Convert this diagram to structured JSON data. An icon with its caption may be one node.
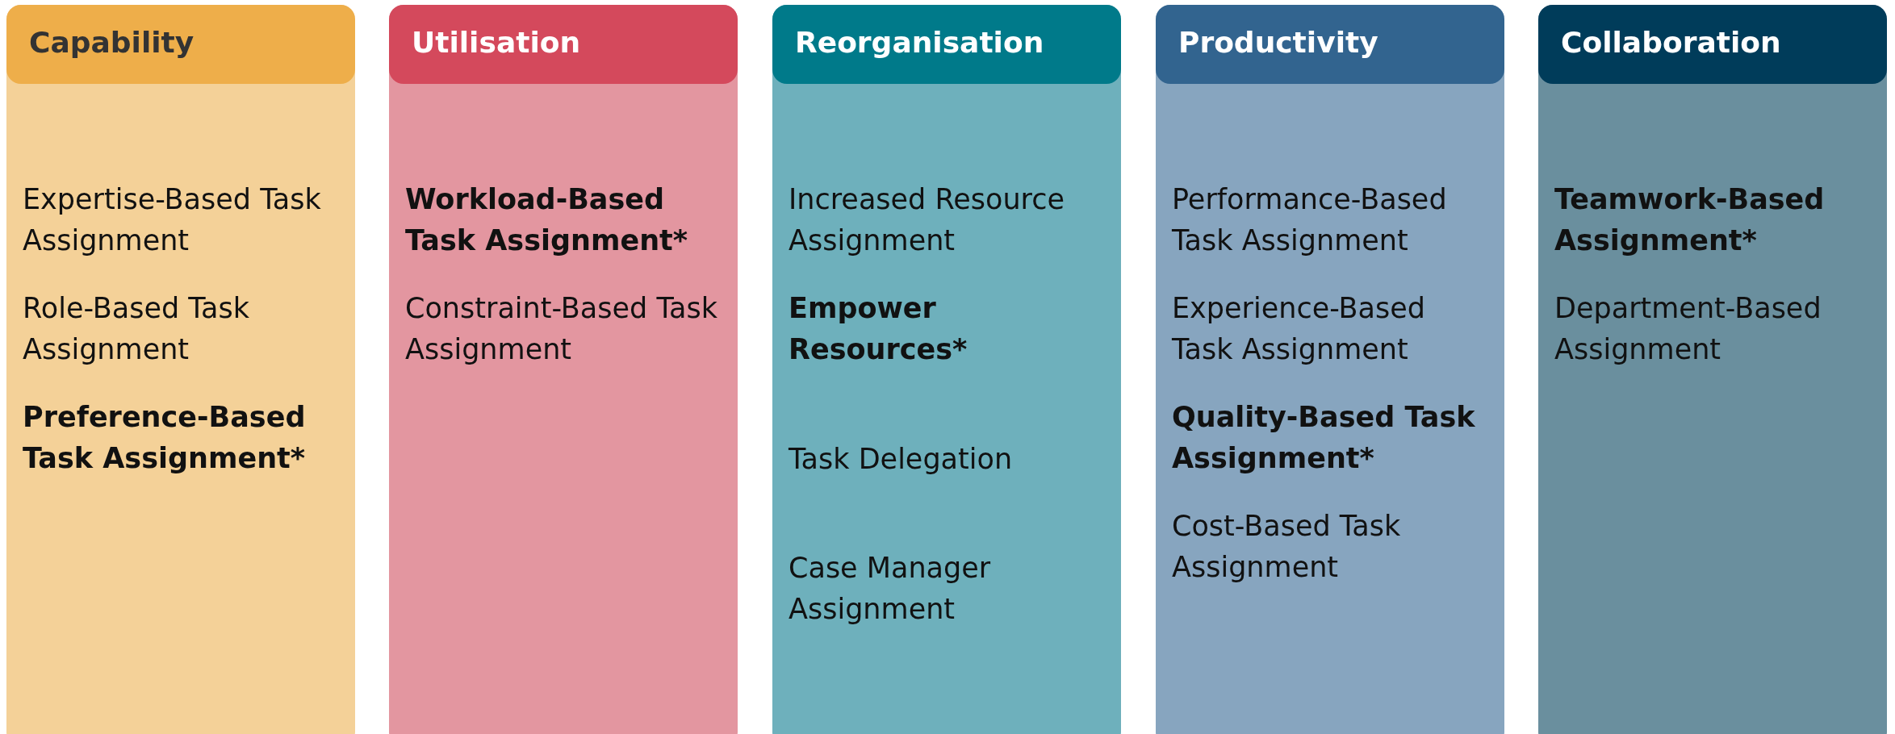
{
  "diagram": {
    "nodes": [
      {
        "text": [
          "Capability"
        ]
      },
      {
        "text": [
          "Expertise-Based Task Assignment"
        ],
        "in": 0
      },
      {
        "text": [
          "Role-Based Task Assignment"
        ],
        "in": 0
      },
      {
        "text": [
          "Preference-Based Task Assignment*"
        ],
        "in": 0
      },
      {
        "text": [
          "Utilisation"
        ]
      },
      {
        "text": [
          "Workload-Based Task Assignment*"
        ],
        "in": 4
      },
      {
        "text": [
          "Constraint-Based Task Assignment"
        ],
        "in": 4
      },
      {
        "text": [
          "Reorganisation"
        ]
      },
      {
        "text": [
          "Increased Resource Assignment"
        ],
        "in": 7
      },
      {
        "text": [
          "Empower Resources*"
        ],
        "in": 7
      },
      {
        "text": [
          "Task Delegation"
        ],
        "in": 7
      },
      {
        "text": [
          "Case Manager Assignment"
        ],
        "in": 7
      },
      {
        "text": [
          "Productivity"
        ]
      },
      {
        "text": [
          "Performance-Based Task Assignment"
        ],
        "in": 12
      },
      {
        "text": [
          "Experience-Based Task Assignment"
        ],
        "in": 12
      },
      {
        "text": [
          "Quality-Based Task Assignment*"
        ],
        "in": 12
      },
      {
        "text": [
          "Cost-Based Task Assignment"
        ],
        "in": 12
      },
      {
        "text": [
          "Collaboration"
        ]
      },
      {
        "text": [
          "Teamwork-Based Assignment*"
        ],
        "in": 17
      },
      {
        "text": [
          "Department-Based Assignment"
        ],
        "in": 17
      }
    ]
  }
}
